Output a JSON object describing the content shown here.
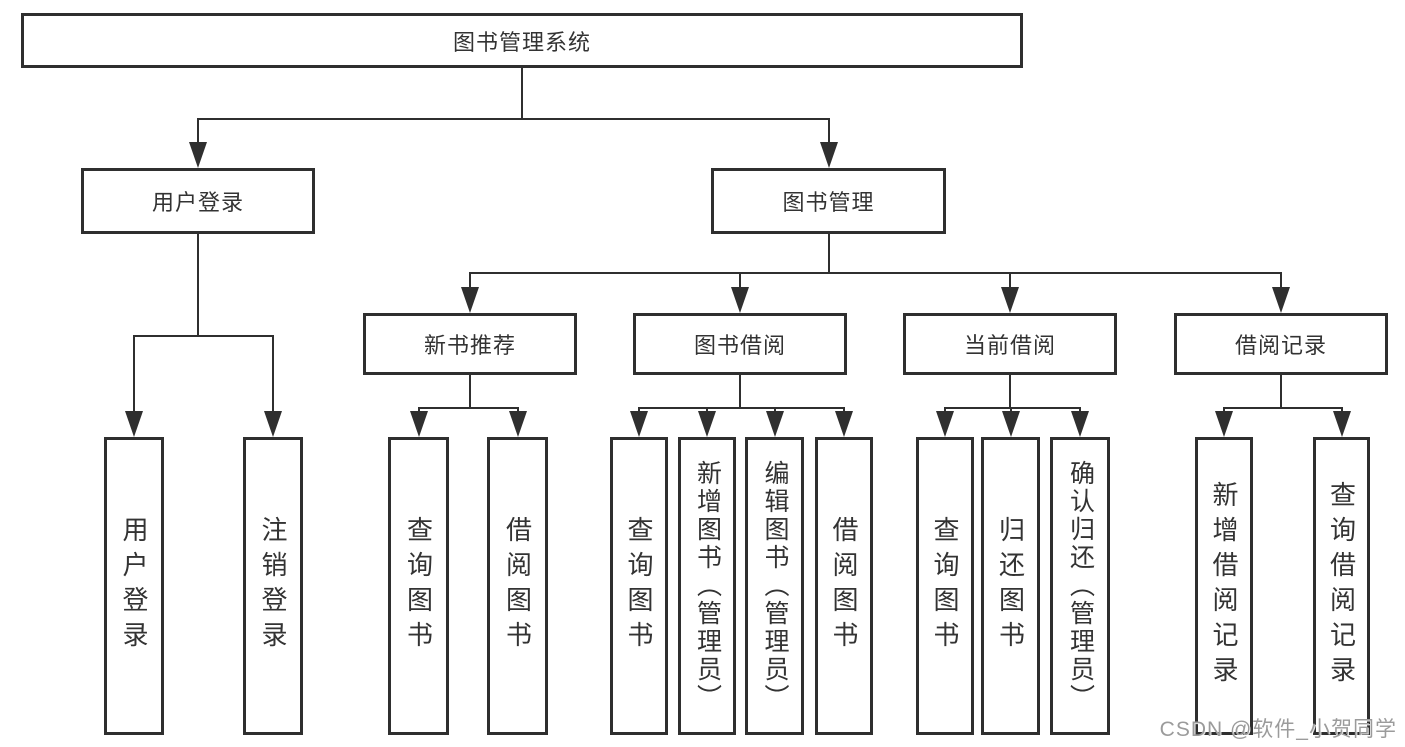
{
  "diagram": {
    "title": "图书管理系统",
    "watermark": "CSDN @软件_小贺同学",
    "colors": {
      "line": "#2f2f2f",
      "box_border": "#2f2f2f",
      "box_fill": "#ffffff",
      "text": "#333333",
      "watermark_text": "#9b9b9b",
      "background": "#ffffff"
    },
    "nodes": [
      {
        "id": "system",
        "label": "图书管理系统",
        "orientation": "horizontal",
        "parent": null
      },
      {
        "id": "user-login",
        "label": "用户登录",
        "orientation": "horizontal",
        "parent": "system"
      },
      {
        "id": "book-mgmt",
        "label": "图书管理",
        "orientation": "horizontal",
        "parent": "system"
      },
      {
        "id": "new-book-rec",
        "label": "新书推荐",
        "orientation": "horizontal",
        "parent": "book-mgmt"
      },
      {
        "id": "book-borrow",
        "label": "图书借阅",
        "orientation": "horizontal",
        "parent": "book-mgmt"
      },
      {
        "id": "current-borrow",
        "label": "当前借阅",
        "orientation": "horizontal",
        "parent": "book-mgmt"
      },
      {
        "id": "borrow-records",
        "label": "借阅记录",
        "orientation": "horizontal",
        "parent": "book-mgmt"
      },
      {
        "id": "leaf-user-login",
        "label": "用户登录",
        "orientation": "vertical",
        "parent": "user-login"
      },
      {
        "id": "leaf-logout",
        "label": "注销登录",
        "orientation": "vertical",
        "parent": "user-login"
      },
      {
        "id": "leaf-rec-query",
        "label": "查询图书",
        "orientation": "vertical",
        "parent": "new-book-rec"
      },
      {
        "id": "leaf-rec-borrow",
        "label": "借阅图书",
        "orientation": "vertical",
        "parent": "new-book-rec"
      },
      {
        "id": "leaf-bb-query",
        "label": "查询图书",
        "orientation": "vertical",
        "parent": "book-borrow"
      },
      {
        "id": "leaf-bb-add",
        "label": "新增图书（管理员）",
        "orientation": "vertical",
        "parent": "book-borrow"
      },
      {
        "id": "leaf-bb-edit",
        "label": "编辑图书（管理员）",
        "orientation": "vertical",
        "parent": "book-borrow"
      },
      {
        "id": "leaf-bb-borrow",
        "label": "借阅图书",
        "orientation": "vertical",
        "parent": "book-borrow"
      },
      {
        "id": "leaf-cb-query",
        "label": "查询图书",
        "orientation": "vertical",
        "parent": "current-borrow"
      },
      {
        "id": "leaf-cb-return",
        "label": "归还图书",
        "orientation": "vertical",
        "parent": "current-borrow"
      },
      {
        "id": "leaf-cb-confirm",
        "label": "确认归还（管理员）",
        "orientation": "vertical",
        "parent": "current-borrow"
      },
      {
        "id": "leaf-br-add",
        "label": "新增借阅记录",
        "orientation": "vertical",
        "parent": "borrow-records"
      },
      {
        "id": "leaf-br-query",
        "label": "查询借阅记录",
        "orientation": "vertical",
        "parent": "borrow-records"
      }
    ]
  }
}
